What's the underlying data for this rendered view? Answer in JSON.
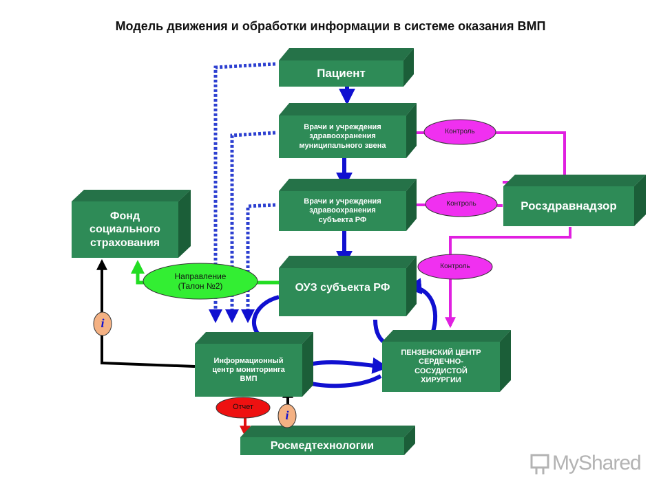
{
  "title": "Модель движения и обработки информации в системе оказания ВМП",
  "nodes": {
    "patient": "Пациент",
    "municipal": [
      "Врачи и учреждения",
      "здравоохранения",
      "муниципального звена"
    ],
    "subject": [
      "Врачи и учреждения",
      "здравоохранения",
      "субъекта РФ"
    ],
    "ouz": "ОУЗ субъекта РФ",
    "fss": [
      "Фонд",
      "социального",
      "страхования"
    ],
    "roszdrav": "Росздравнадзор",
    "info_center": [
      "Информационный",
      "центр мониторинга",
      "ВМП"
    ],
    "penza": [
      "ПЕНЗЕНСКИЙ ЦЕНТР",
      "СЕРДЕЧНО-",
      "СОСУДИСТОЙ",
      "ХИРУРГИИ"
    ],
    "rosmedtech": "Росмедтехнологии"
  },
  "labels": {
    "control_1": "Контроль",
    "control_2": "Контроль",
    "control_3": "Контроль",
    "direction": [
      "Направление",
      "(Талон №2)"
    ],
    "report": "Отчет",
    "info_1": "i",
    "info_2": "i"
  },
  "watermark": "MyShared",
  "colors": {
    "box_front": "#2e8b57",
    "box_top": "#257248",
    "box_side": "#1b5e38",
    "flow_blue": "#1010d0",
    "dotted_blue": "#2c3fd0",
    "control_magenta": "#e020e0",
    "direction_green": "#22dd22",
    "report_red": "#e01010",
    "info_black": "#000000"
  }
}
